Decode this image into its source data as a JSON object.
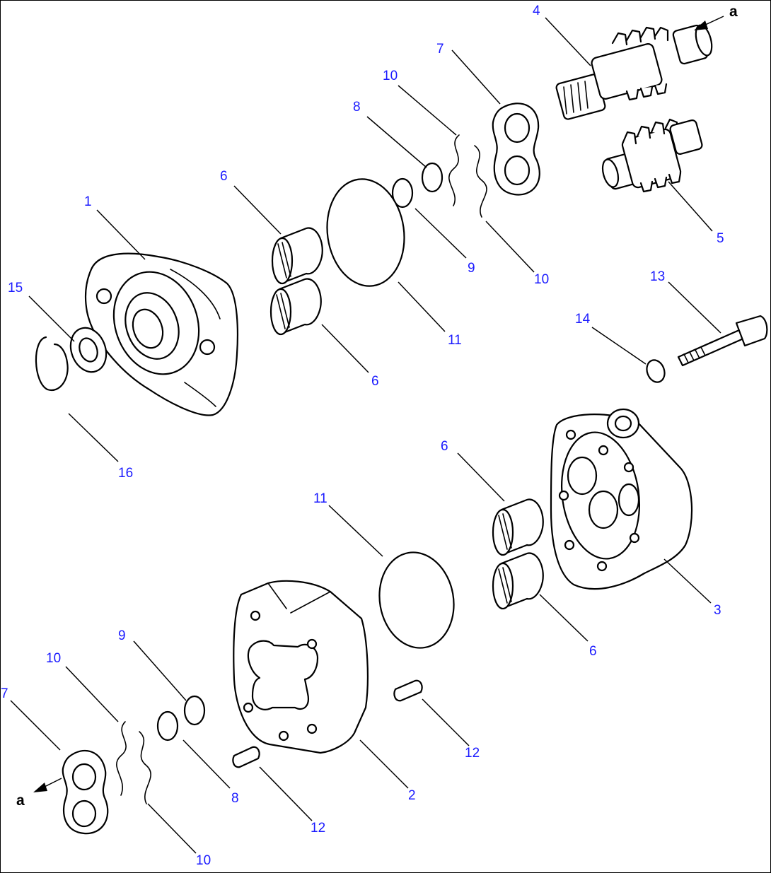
{
  "diagram": {
    "callouts": [
      {
        "id": "c1",
        "label": "1"
      },
      {
        "id": "c2",
        "label": "2"
      },
      {
        "id": "c3",
        "label": "3"
      },
      {
        "id": "c4",
        "label": "4"
      },
      {
        "id": "c5",
        "label": "5"
      },
      {
        "id": "c6a",
        "label": "6"
      },
      {
        "id": "c6b",
        "label": "6"
      },
      {
        "id": "c6c",
        "label": "6"
      },
      {
        "id": "c6d",
        "label": "6"
      },
      {
        "id": "c7a",
        "label": "7"
      },
      {
        "id": "c7b",
        "label": "7"
      },
      {
        "id": "c8a",
        "label": "8"
      },
      {
        "id": "c8b",
        "label": "8"
      },
      {
        "id": "c9a",
        "label": "9"
      },
      {
        "id": "c9b",
        "label": "9"
      },
      {
        "id": "c10a",
        "label": "10"
      },
      {
        "id": "c10b",
        "label": "10"
      },
      {
        "id": "c10c",
        "label": "10"
      },
      {
        "id": "c10d",
        "label": "10"
      },
      {
        "id": "c11a",
        "label": "11"
      },
      {
        "id": "c11b",
        "label": "11"
      },
      {
        "id": "c12a",
        "label": "12"
      },
      {
        "id": "c12b",
        "label": "12"
      },
      {
        "id": "c13",
        "label": "13"
      },
      {
        "id": "c14",
        "label": "14"
      },
      {
        "id": "c15",
        "label": "15"
      },
      {
        "id": "c16",
        "label": "16"
      }
    ],
    "view_markers": [
      {
        "id": "va",
        "label": "a"
      },
      {
        "id": "vb",
        "label": "a"
      }
    ],
    "colors": {
      "callout": "#1a1aff",
      "line": "#000000"
    }
  }
}
